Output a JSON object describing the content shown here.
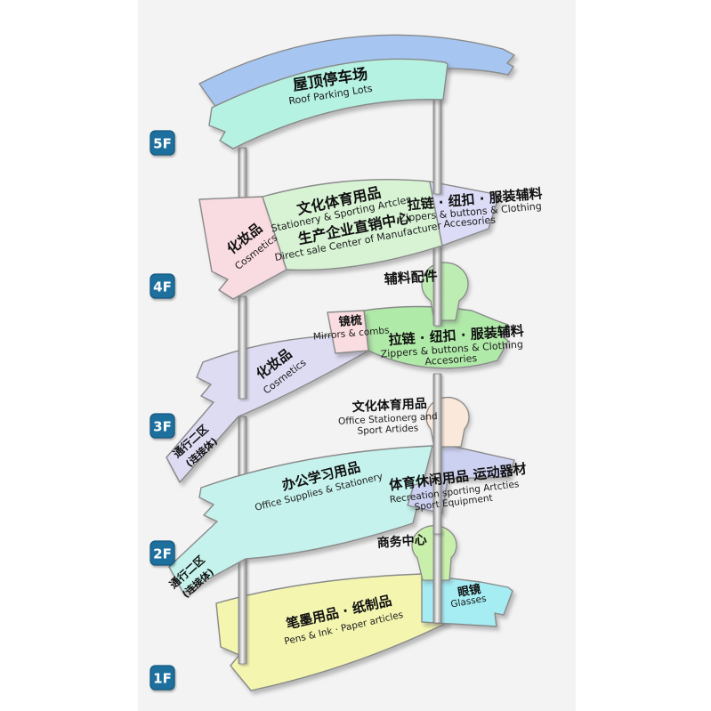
{
  "palette": {
    "page": "#ffffff",
    "bg": "#f3f3f4",
    "f5_upper": "#a6c6f1",
    "f5_roof": "#b5f2e2",
    "f4_pink": "#f9dce2",
    "f4_green": "#d7f3d4",
    "f4_purple": "#dcdcf7",
    "f3_lavender": "#dedcf3",
    "f3_pink": "#fadde0",
    "f3_green": "#b0eaa9",
    "f2_cyan": "#c5f2ec",
    "f2_purple": "#cdd1f1",
    "f1_yellow": "#f4f6b0",
    "f1_glasses": "#a5ecf3",
    "circle_green": "#bdedb3",
    "circle_peach": "#fae9db",
    "circle_lime": "#c9f0ab",
    "badge": "#1d6f9e"
  },
  "floors": {
    "f5": {
      "badge": "5F",
      "roof": {
        "zh": "屋顶停车场",
        "en": "Roof Parking Lots"
      }
    },
    "f4": {
      "badge": "4F",
      "cosmetics": {
        "zh": "化妆品",
        "en": "Cosmetics"
      },
      "stationery": {
        "zh": "文化体育用品",
        "en": "Stationery & Sporting Artcles"
      },
      "direct_sale": {
        "zh": "生产企业直销中心",
        "en": "Direct sale Center of Manufacturer"
      },
      "zippers": {
        "zh": "拉链 · 纽扣 · 服装辅料",
        "en1": "Zippers & buttons & Clothing",
        "en2": "Accesories"
      },
      "accessories": {
        "zh": "辅料配件"
      }
    },
    "f3": {
      "badge": "3F",
      "mirrors": {
        "zh": "镜梳",
        "en": "Mirrors & combs"
      },
      "zippers": {
        "zh": "拉链 · 纽扣 · 服装辅料",
        "en1": "Zippers & buttons & Clothing",
        "en2": "Accesories"
      },
      "cosmetics": {
        "zh": "化妆品",
        "en": "Cosmetics"
      },
      "passage": {
        "zh1": "通行二区",
        "zh2": "(连接体)"
      },
      "stationery": {
        "zh": "文化体育用品",
        "en1": "Office Stationerg and",
        "en2": "Sport Artides"
      }
    },
    "f2": {
      "badge": "2F",
      "office": {
        "zh": "办公学习用品",
        "en": "Office Supplies & Stationery"
      },
      "sports": {
        "zh": "体育休闲用品 运动器材",
        "en1": "Recreation sporting Artcties",
        "en2": "Sport Equipment"
      },
      "business": {
        "zh": "商务中心"
      },
      "passage": {
        "zh1": "通行二区",
        "zh2": "(连接体)"
      }
    },
    "f1": {
      "badge": "1F",
      "pens": {
        "zh": "笔墨用品 · 纸制品",
        "en": "Pens & Ink · Paper articles"
      },
      "glasses": {
        "zh": "眼镜",
        "en": "Glasses"
      }
    }
  }
}
